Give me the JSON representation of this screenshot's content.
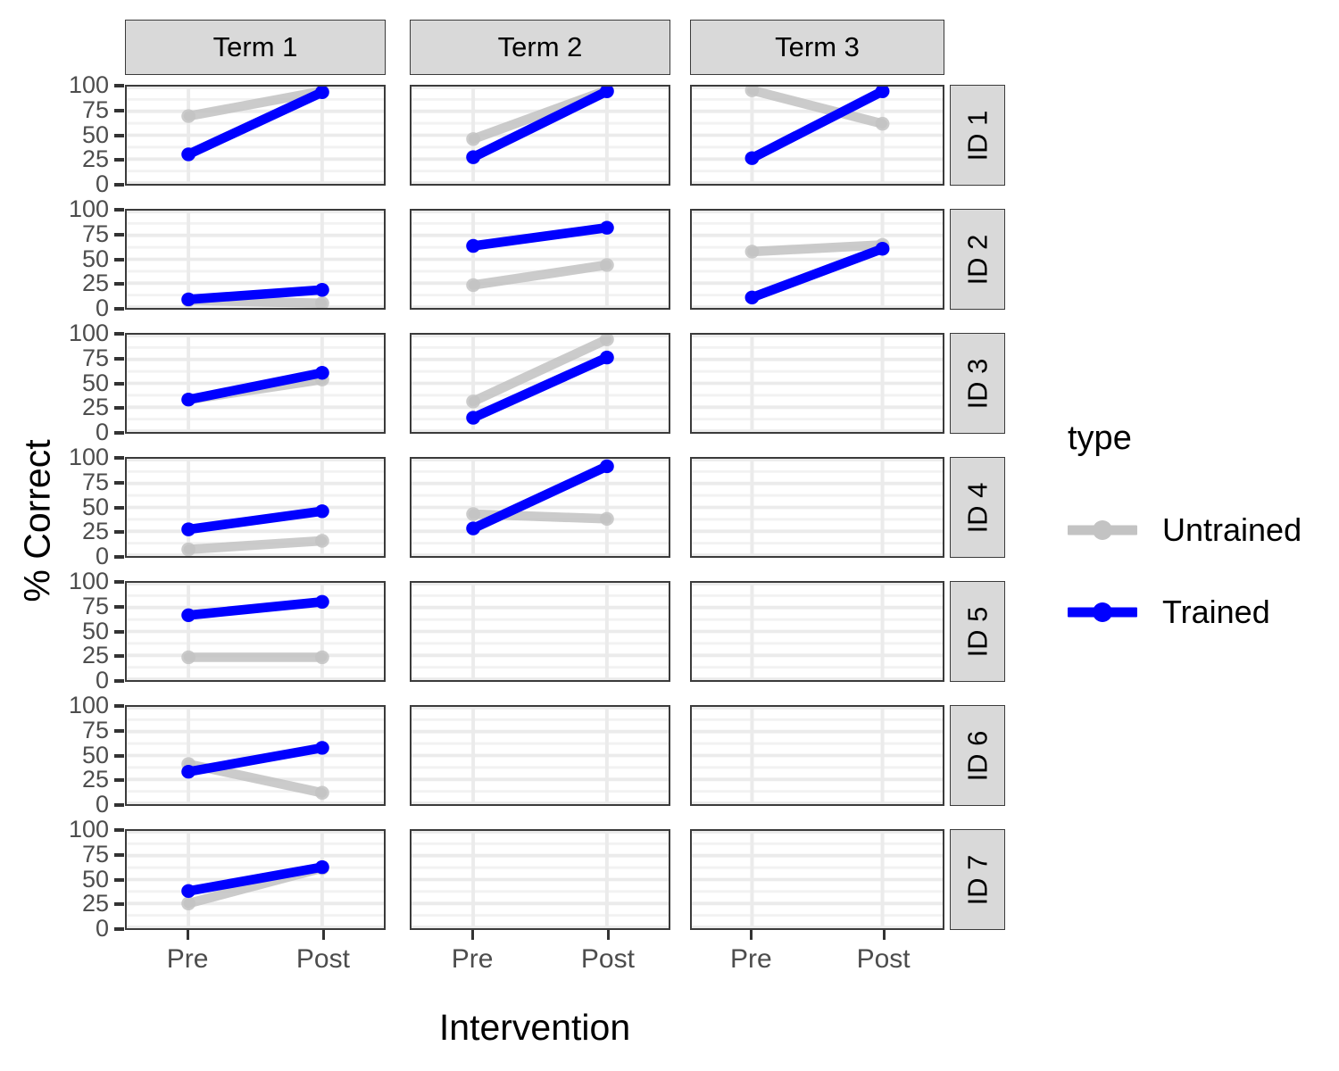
{
  "chart_data": {
    "type": "line",
    "title": "",
    "xlabel": "Intervention",
    "ylabel": "% Correct",
    "x": [
      "Pre",
      "Post"
    ],
    "ylim": [
      0,
      100
    ],
    "yticks": [
      0,
      25,
      50,
      75,
      100
    ],
    "grid": true,
    "legend_title": "type",
    "legend_position": "right",
    "col_facets": [
      "Term 1",
      "Term 2",
      "Term 3"
    ],
    "row_facets": [
      "ID 1",
      "ID 2",
      "ID 3",
      "ID 4",
      "ID 5",
      "ID 6",
      "ID 7"
    ],
    "series": [
      {
        "name": "Untrained",
        "color": "#c3c3c3"
      },
      {
        "name": "Trained",
        "color": "#0000ff"
      }
    ],
    "panels": [
      {
        "row": "ID 1",
        "col": "Term 1",
        "Untrained": [
          70,
          96
        ],
        "Trained": [
          30,
          95
        ]
      },
      {
        "row": "ID 1",
        "col": "Term 2",
        "Untrained": [
          46,
          97
        ],
        "Trained": [
          27,
          96
        ]
      },
      {
        "row": "ID 1",
        "col": "Term 3",
        "Untrained": [
          97,
          62
        ],
        "Trained": [
          26,
          96
        ]
      },
      {
        "row": "ID 2",
        "col": "Term 1",
        "Untrained": [
          7,
          4
        ],
        "Trained": [
          8,
          18
        ]
      },
      {
        "row": "ID 2",
        "col": "Term 2",
        "Untrained": [
          23,
          44
        ],
        "Trained": [
          64,
          83
        ]
      },
      {
        "row": "ID 2",
        "col": "Term 3",
        "Untrained": [
          58,
          65
        ],
        "Trained": [
          10,
          61
        ]
      },
      {
        "row": "ID 3",
        "col": "Term 1",
        "Untrained": [
          33,
          54
        ],
        "Trained": [
          33,
          61
        ]
      },
      {
        "row": "ID 3",
        "col": "Term 2",
        "Untrained": [
          31,
          96
        ],
        "Trained": [
          14,
          77
        ]
      },
      {
        "row": "ID 3",
        "col": "Term 3",
        "Untrained": null,
        "Trained": null
      },
      {
        "row": "ID 4",
        "col": "Term 1",
        "Untrained": [
          6,
          15
        ],
        "Trained": [
          27,
          46
        ]
      },
      {
        "row": "ID 4",
        "col": "Term 2",
        "Untrained": [
          43,
          38
        ],
        "Trained": [
          28,
          93
        ]
      },
      {
        "row": "ID 4",
        "col": "Term 3",
        "Untrained": null,
        "Trained": null
      },
      {
        "row": "ID 5",
        "col": "Term 1",
        "Untrained": [
          23,
          23
        ],
        "Trained": [
          67,
          81
        ]
      },
      {
        "row": "ID 5",
        "col": "Term 2",
        "Untrained": null,
        "Trained": null
      },
      {
        "row": "ID 5",
        "col": "Term 3",
        "Untrained": null,
        "Trained": null
      },
      {
        "row": "ID 6",
        "col": "Term 1",
        "Untrained": [
          41,
          11
        ],
        "Trained": [
          33,
          58
        ]
      },
      {
        "row": "ID 6",
        "col": "Term 2",
        "Untrained": null,
        "Trained": null
      },
      {
        "row": "ID 6",
        "col": "Term 3",
        "Untrained": null,
        "Trained": null
      },
      {
        "row": "ID 7",
        "col": "Term 1",
        "Untrained": [
          25,
          62
        ],
        "Trained": [
          38,
          63
        ]
      },
      {
        "row": "ID 7",
        "col": "Term 2",
        "Untrained": null,
        "Trained": null
      },
      {
        "row": "ID 7",
        "col": "Term 3",
        "Untrained": null,
        "Trained": null
      }
    ]
  },
  "legend": {
    "title": "type",
    "entries": [
      {
        "label": "Untrained",
        "color": "#c3c3c3"
      },
      {
        "label": "Trained",
        "color": "#0000ff"
      }
    ]
  },
  "axes": {
    "x_title": "Intervention",
    "y_title": "% Correct",
    "x_ticks": [
      "Pre",
      "Post"
    ],
    "y_ticks": [
      "0",
      "25",
      "50",
      "75",
      "100"
    ]
  },
  "colors": {
    "untrained": "#c3c3c3",
    "trained": "#0000ff",
    "strip_bg": "#d9d9d9",
    "panel_border": "#3b3b3b",
    "gridline": "#ebebeb",
    "tick_text": "#4d4d4d"
  }
}
